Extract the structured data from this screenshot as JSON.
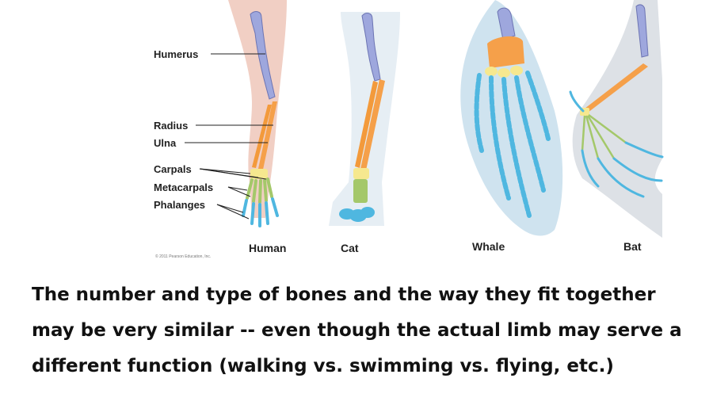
{
  "figure": {
    "bone_labels": {
      "humerus": "Humerus",
      "radius": "Radius",
      "ulna": "Ulna",
      "carpals": "Carpals",
      "metacarpals": "Metacarpals",
      "phalanges": "Phalanges"
    },
    "animals": {
      "human": "Human",
      "cat": "Cat",
      "whale": "Whale",
      "bat": "Bat"
    },
    "copyright": "© 2011 Pearson Education, Inc.",
    "colors": {
      "humerus": "#9ea7dd",
      "radius_ulna": "#f5a04a",
      "carpals": "#f6e88f",
      "metacarpals": "#a4c86a",
      "phalanges": "#4fb7e0",
      "skin_human": "#f1cfc4",
      "skin_cat": "#e6eef4",
      "skin_whale": "#cfe3ef",
      "skin_bat": "#dde1e6"
    }
  },
  "caption": "The number and type of bones and the way they fit together may be very similar -- even though the actual limb may serve a different function (walking vs. swimming vs. flying, etc.)"
}
